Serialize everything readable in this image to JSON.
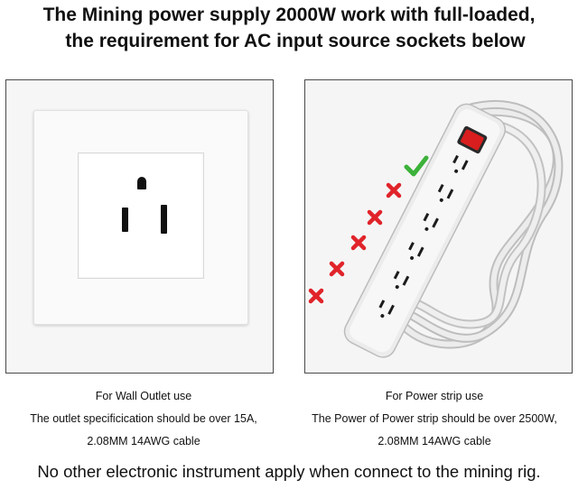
{
  "header": {
    "line1": "The Mining power supply 2000W work with full-loaded,",
    "line2": "the requirement for  AC input source  sockets below"
  },
  "left_panel": {
    "caption_line1": "For Wall Outlet use",
    "caption_line2": "The outlet specificication should be over 15A,",
    "caption_line3": "2.08MM 14AWG cable"
  },
  "right_panel": {
    "caption_line1": "For Power strip use",
    "caption_line2": "The Power of Power strip  should be over 2500W,",
    "caption_line3": "2.08MM 14AWG cable",
    "marks": [
      "check",
      "x",
      "x",
      "x",
      "x",
      "x"
    ]
  },
  "footer": {
    "note": "No other electronic instrument apply when connect to the mining rig."
  },
  "colors": {
    "check": "#3cb23a",
    "cross": "#e0242a",
    "switch": "#d81e1e",
    "border": "#4a4a4a"
  }
}
